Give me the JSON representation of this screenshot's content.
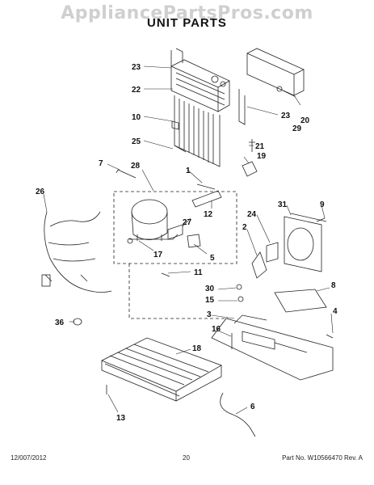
{
  "watermark": "AppliancePartsPros.com",
  "title": "UNIT PARTS",
  "callouts": {
    "c1": "1",
    "c2": "2",
    "c3": "3",
    "c4": "4",
    "c5": "5",
    "c6": "6",
    "c7": "7",
    "c8": "8",
    "c9": "9",
    "c10": "10",
    "c11": "11",
    "c12": "12",
    "c13": "13",
    "c15": "15",
    "c16": "16",
    "c17": "17",
    "c18": "18",
    "c19": "19",
    "c20": "20",
    "c21": "21",
    "c22": "22",
    "c23a": "23",
    "c23b": "23",
    "c24": "24",
    "c25": "25",
    "c26": "26",
    "c27": "27",
    "c28": "28",
    "c29": "29",
    "c30": "30",
    "c31": "31",
    "c36": "36"
  },
  "footer": {
    "date": "12/007/2012",
    "page": "20",
    "part": "Part No.  W10566470  Rev.  A"
  }
}
